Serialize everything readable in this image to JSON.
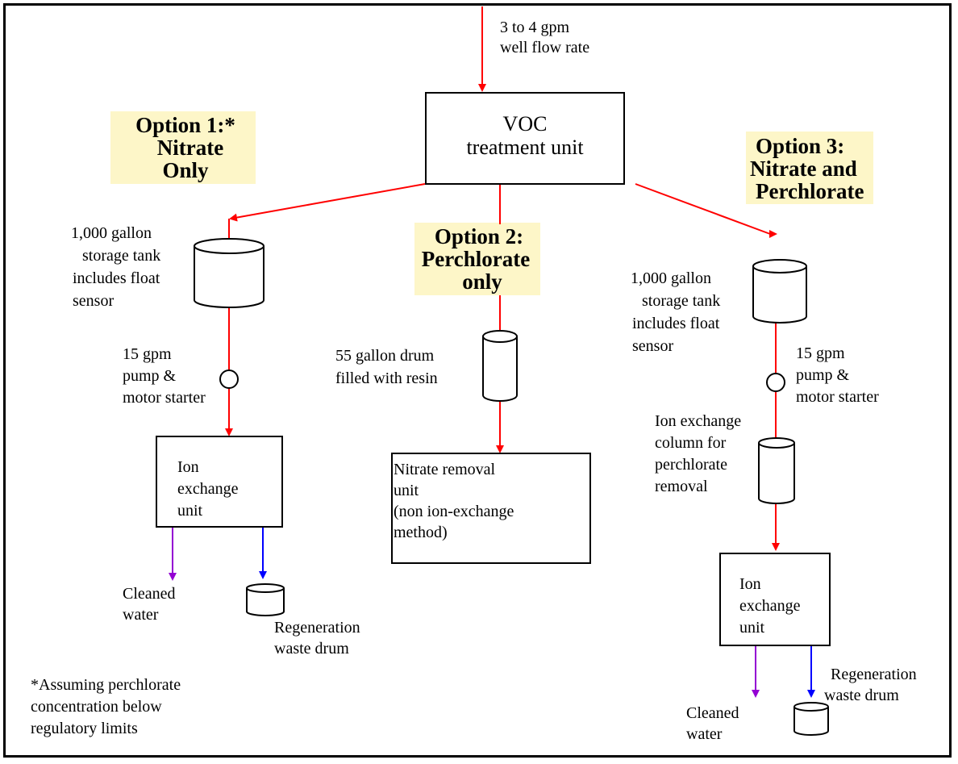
{
  "inflow": {
    "line1": "3 to 4 gpm",
    "line2": "well flow rate"
  },
  "voc_unit": {
    "line1": "VOC",
    "line2": "treatment unit"
  },
  "option1": {
    "title": [
      "Option 1:*",
      "Nitrate",
      "Only"
    ],
    "tank_label": [
      "1,000 gallon",
      "storage tank",
      "includes float",
      "sensor"
    ],
    "pump_label": [
      "15 gpm",
      "pump &",
      "motor starter"
    ],
    "ix_unit": [
      "Ion",
      "exchange",
      "unit"
    ],
    "cleaned": [
      "Cleaned",
      "water"
    ],
    "waste": [
      "Regeneration",
      "waste drum"
    ]
  },
  "option2": {
    "title": [
      "Option 2:",
      "Perchlorate",
      "only"
    ],
    "drum_label": [
      "55 gallon drum",
      "filled with resin"
    ],
    "nitrate_unit": [
      "Nitrate removal",
      "unit",
      "(non ion-exchange",
      "method)"
    ]
  },
  "option3": {
    "title": [
      "Option 3:",
      "Nitrate and",
      "Perchlorate"
    ],
    "tank_label": [
      "1,000 gallon",
      "storage tank",
      "includes float",
      "sensor"
    ],
    "pump_label": [
      "15 gpm",
      "pump &",
      "motor starter"
    ],
    "column_label": [
      "Ion exchange",
      "column for",
      "perchlorate",
      "removal"
    ],
    "ix_unit": [
      "Ion",
      "exchange",
      "unit"
    ],
    "cleaned": [
      "Cleaned",
      "water"
    ],
    "waste": [
      "Regeneration",
      "waste drum"
    ]
  },
  "footnote": [
    "*Assuming perchlorate",
    "concentration below",
    "regulatory limits"
  ],
  "colors": {
    "flow": "#ff0000",
    "cleaned": "#9400d3",
    "waste": "#0000ff",
    "highlight": "#fdf6c8"
  }
}
